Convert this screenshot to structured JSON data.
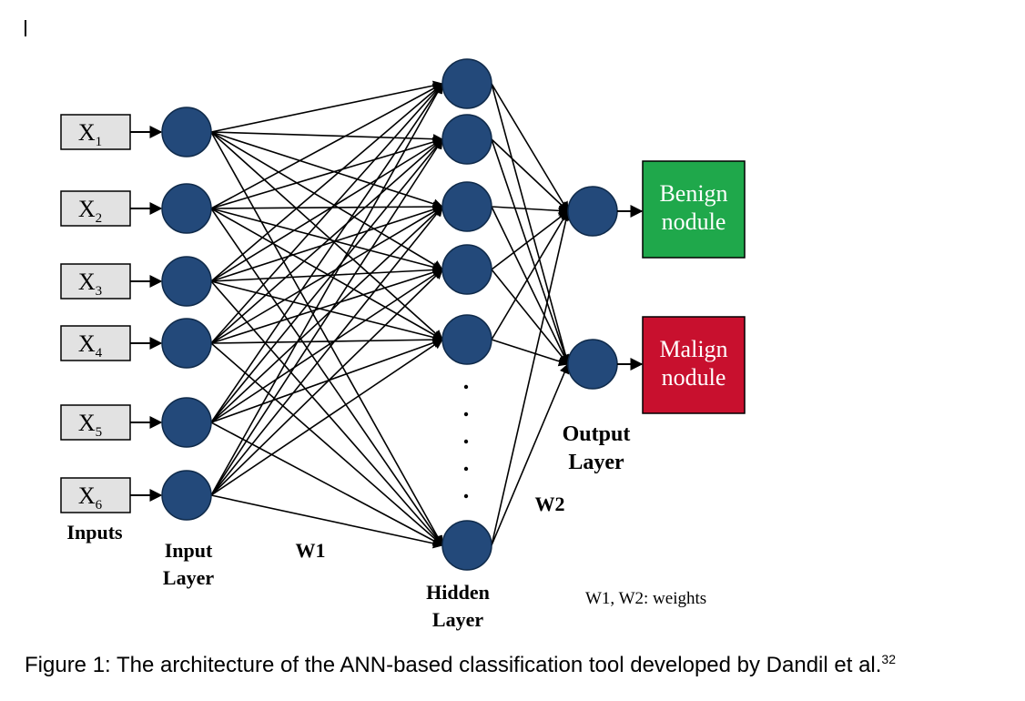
{
  "inputs": [
    {
      "base": "X",
      "sub": "1"
    },
    {
      "base": "X",
      "sub": "2"
    },
    {
      "base": "X",
      "sub": "3"
    },
    {
      "base": "X",
      "sub": "4"
    },
    {
      "base": "X",
      "sub": "5"
    },
    {
      "base": "X",
      "sub": "6"
    }
  ],
  "labels": {
    "inputs": "Inputs",
    "input_layer": [
      "Input",
      "Layer"
    ],
    "hidden_layer": [
      "Hidden",
      "Layer"
    ],
    "output_layer": [
      "Output",
      "Layer"
    ],
    "w1": "W1",
    "w2": "W2",
    "weights_note": "W1, W2: weights"
  },
  "outputs": [
    {
      "lines": [
        "Benign",
        "nodule"
      ],
      "color": "#1fa84b"
    },
    {
      "lines": [
        "Malign",
        "nodule"
      ],
      "color": "#c8102e"
    }
  ],
  "colors": {
    "node_fill": "#23497a",
    "node_stroke": "#0f2a4a",
    "input_box_fill": "#e2e2e2",
    "edge": "#000000"
  },
  "caption": {
    "text": "Figure 1: The architecture of the ANN-based classification tool developed by Dandil et al.",
    "ref": "32"
  }
}
